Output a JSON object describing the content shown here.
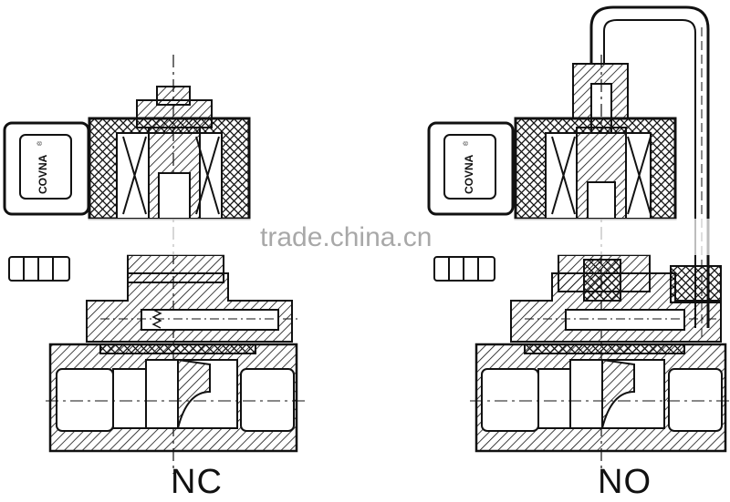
{
  "valves": [
    {
      "name": "NC",
      "brand": "COVNA",
      "registered": "®"
    },
    {
      "name": "NO",
      "brand": "COVNA",
      "registered": "®"
    }
  ],
  "watermark": {
    "text": "trade.china.cn"
  },
  "colors": {
    "ink": "#111111",
    "watermark": "#9a9a9a"
  }
}
